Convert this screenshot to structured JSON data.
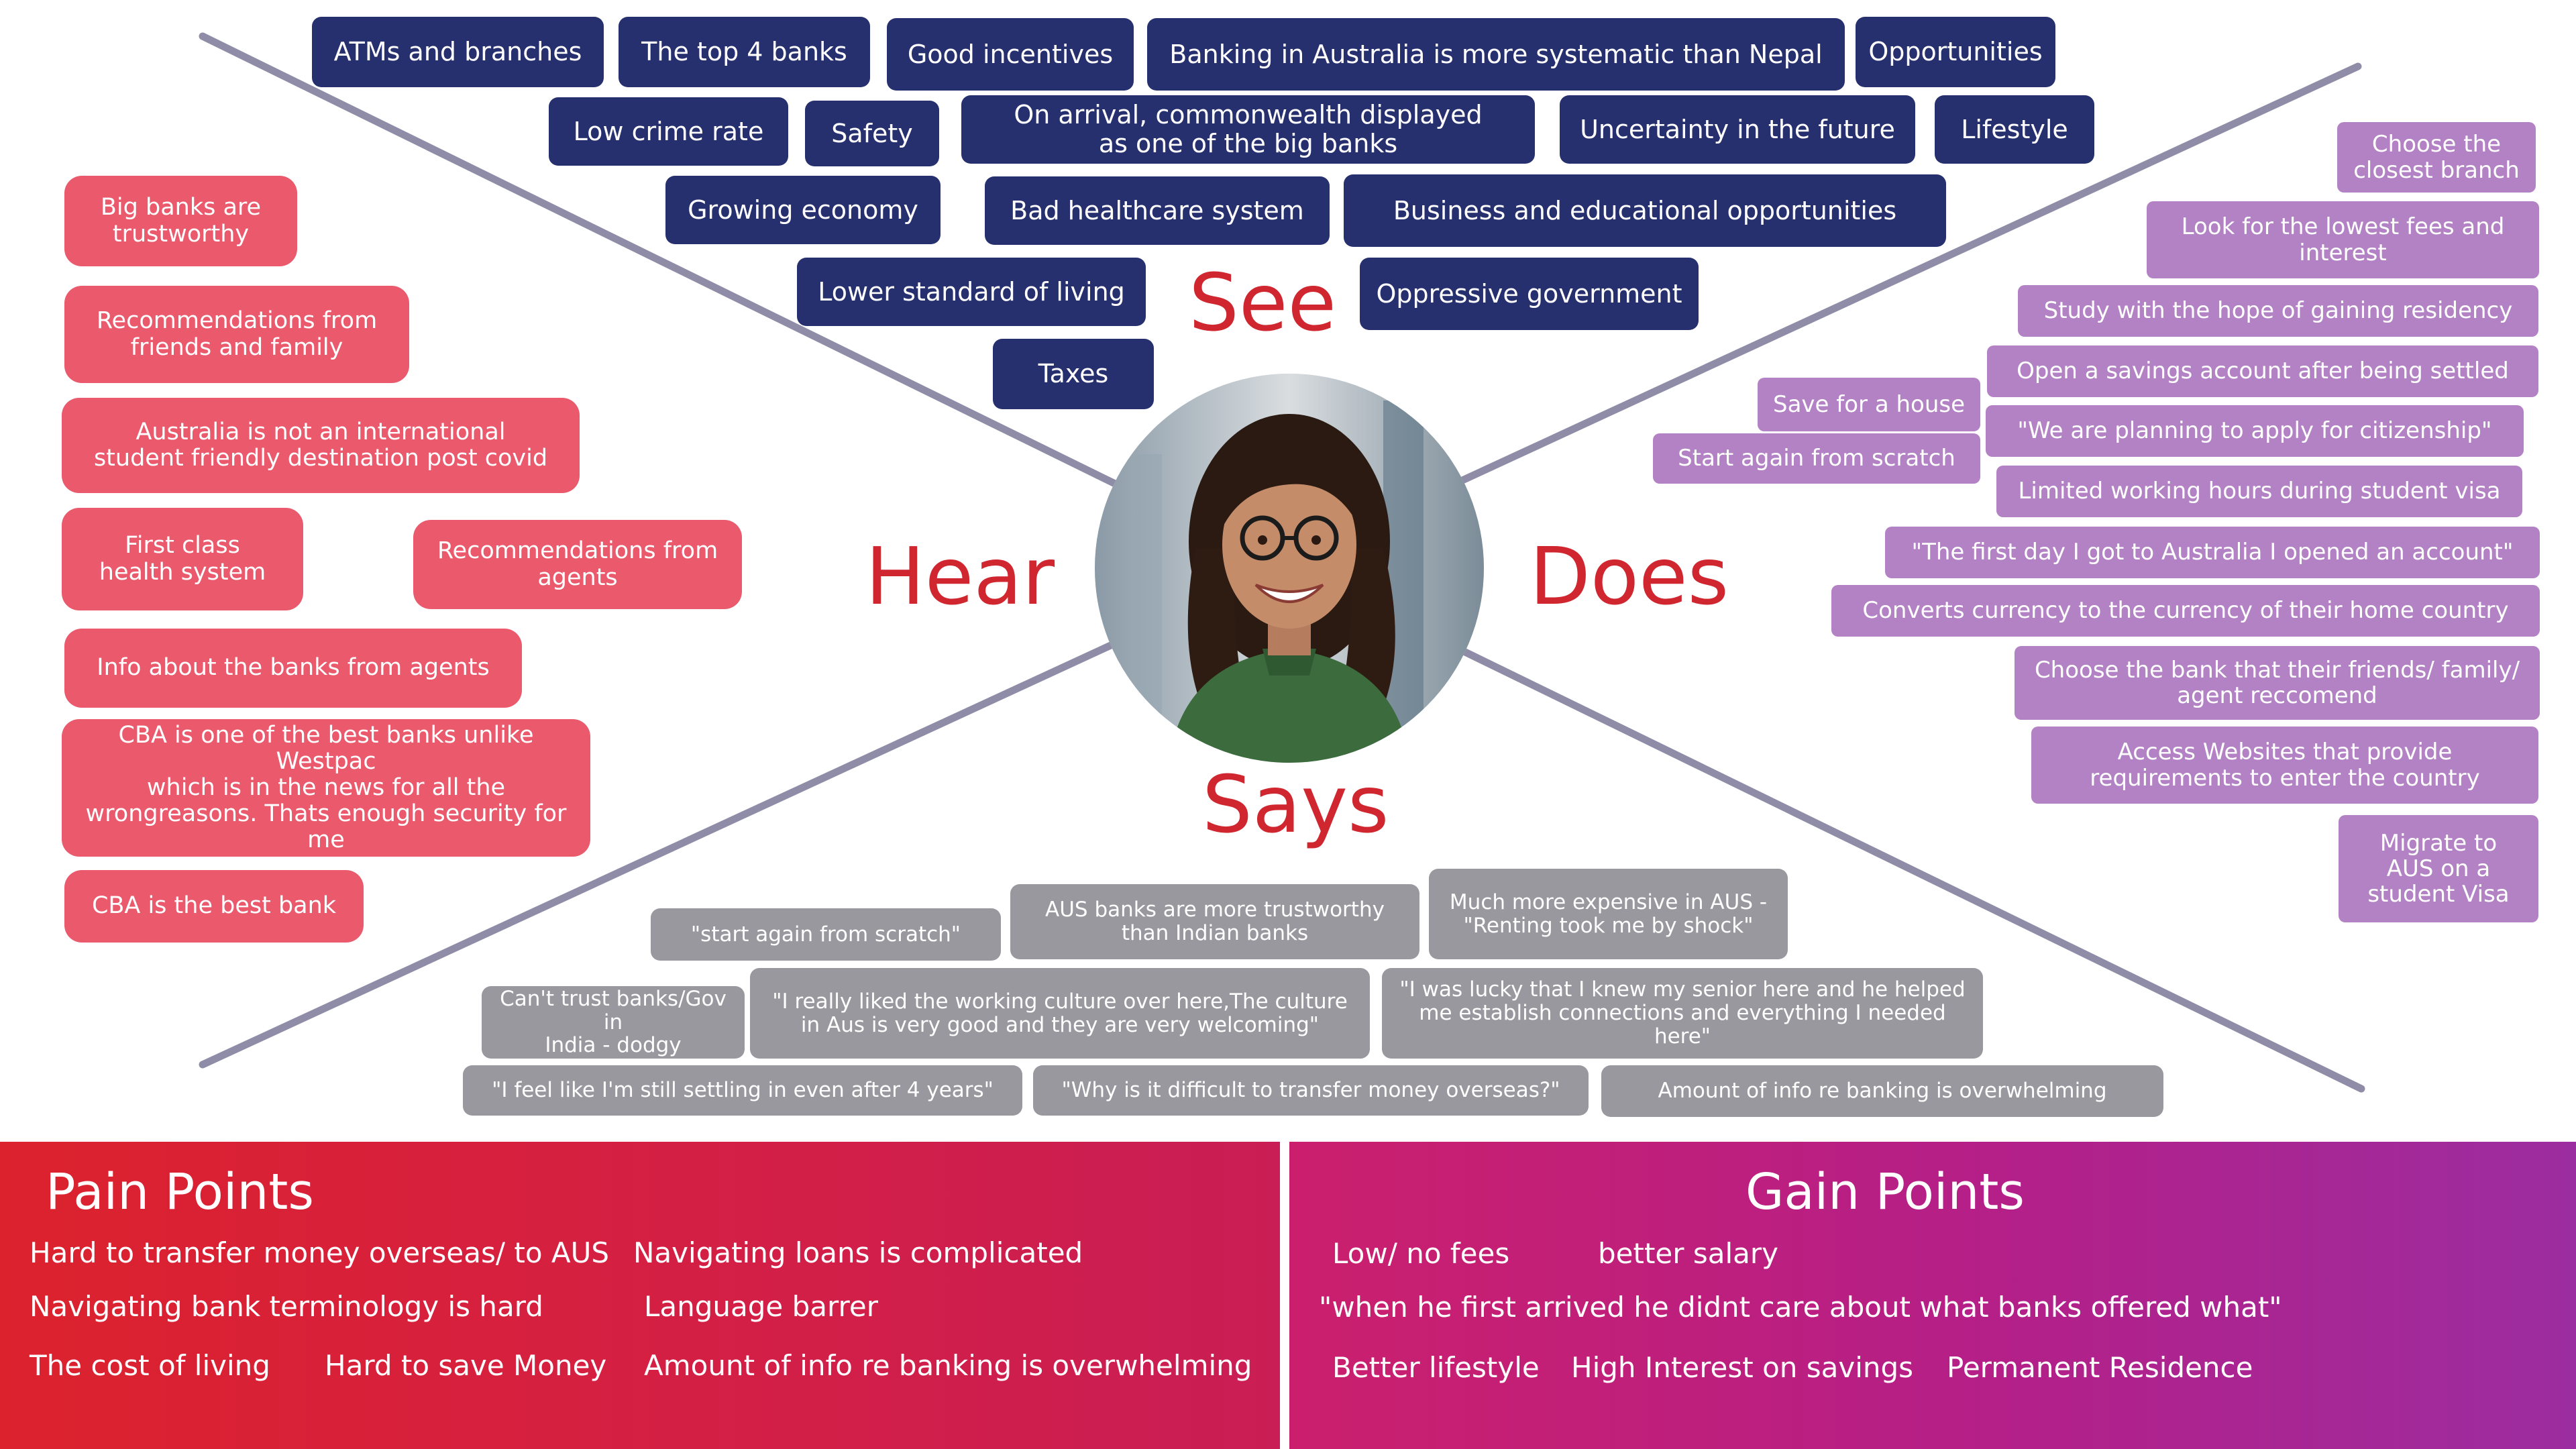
{
  "quadrants": {
    "see": "See",
    "hear": "Hear",
    "does": "Does",
    "says": "Says"
  },
  "see_notes": [
    "ATMs and branches",
    "The top 4 banks",
    "Good incentives",
    "Banking in Australia is more systematic than Nepal",
    "Opportunities",
    "Low crime rate",
    "Safety",
    "On arrival, commonwealth displayed\nas one of the big banks",
    "Uncertainty in the future",
    "Lifestyle",
    "Growing economy",
    "Bad healthcare system",
    "Business and educational opportunities",
    "Lower standard of living",
    "Oppressive government",
    "Taxes"
  ],
  "hear_notes": [
    "Big banks are\ntrustworthy",
    "Recommendations from\nfriends and family",
    "Australia is not an international\nstudent friendly destination post covid",
    "First class\nhealth system",
    "Recommendations from\nagents",
    "Info about the banks from agents",
    "CBA is one of the best banks unlike Westpac\n which is in the news for all the\nwrongreasons. Thats enough security for me",
    "CBA is the best bank"
  ],
  "does_notes": [
    "Choose the\nclosest branch",
    "Look for the lowest fees and\ninterest",
    "Study with the hope of gaining residency",
    "Open a savings account after being settled",
    "Save for a house",
    "\"We are planning to apply for citizenship\"",
    "Start again from scratch",
    "Limited working hours during student visa",
    "\"The first day I got to Australia I opened an account\"",
    "Converts currency to the currency of their home country",
    "Choose the bank that their friends/ family/\nagent reccomend",
    "Access Websites that provide\nrequirements to enter the country",
    "Migrate to\nAUS on a\nstudent Visa"
  ],
  "says_notes": [
    "\"start again from scratch\"",
    "AUS banks are more trustworthy\nthan Indian banks",
    "Much more expensive in AUS -\n\"Renting took me by shock\"",
    "Can't trust banks/Gov in\nIndia - dodgy",
    "\"I really liked the working culture over here,The culture\nin Aus is very good and they are very welcoming\"",
    "\"I was lucky that I knew my senior here and he helped\nme establish connections and everything I needed\nhere\"",
    "\"I feel like I'm still settling in even after 4 years\"",
    "\"Why is it difficult to transfer money overseas?\"",
    "Amount of info re banking is overwhelming"
  ],
  "pain_points": {
    "title": "Pain Points",
    "items": [
      "Hard to transfer money overseas/ to AUS",
      "Navigating loans is complicated",
      "Navigating bank terminology is hard",
      "Language barrer",
      "The cost of living",
      "Hard to save Money",
      "Amount of info re banking is overwhelming"
    ]
  },
  "gain_points": {
    "title": "Gain Points",
    "items": [
      "Low/ no fees",
      "better salary",
      "\"when he first arrived he didnt care about what banks offered what\"",
      "Better lifestyle",
      "High Interest on savings",
      "Permanent Residence"
    ]
  },
  "colors": {
    "see": "#27306e",
    "hear": "#ea5a6c",
    "does": "#b382c4",
    "says": "#99989f",
    "quadrant_label": "#d0262f",
    "lines": "#8e8ca6"
  }
}
